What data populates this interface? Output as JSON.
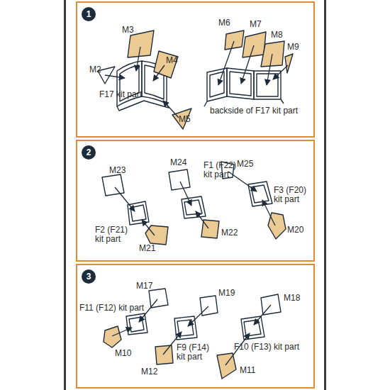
{
  "diagram": {
    "nodes": [
      {
        "text": [
          "1"
        ]
      },
      {
        "text": [
          "2"
        ]
      },
      {
        "text": [
          "3"
        ]
      }
    ],
    "labels": [
      "M2",
      "M3",
      "M4",
      "F17 kit part",
      "M5",
      "M6",
      "M7",
      "M8",
      "M9",
      "backside of F17 kit part",
      "M23",
      "M24",
      "M25",
      "F1 (F22) kit part",
      "F3 (F20) kit part",
      "F2 (F21) kit part",
      "M21",
      "M22",
      "M20",
      "M17",
      "M19",
      "M18",
      "F11 (F12) kit part",
      "F9 (F14) kit part",
      "M10",
      "M12",
      "F10 (F13) kit part",
      "M11"
    ]
  }
}
